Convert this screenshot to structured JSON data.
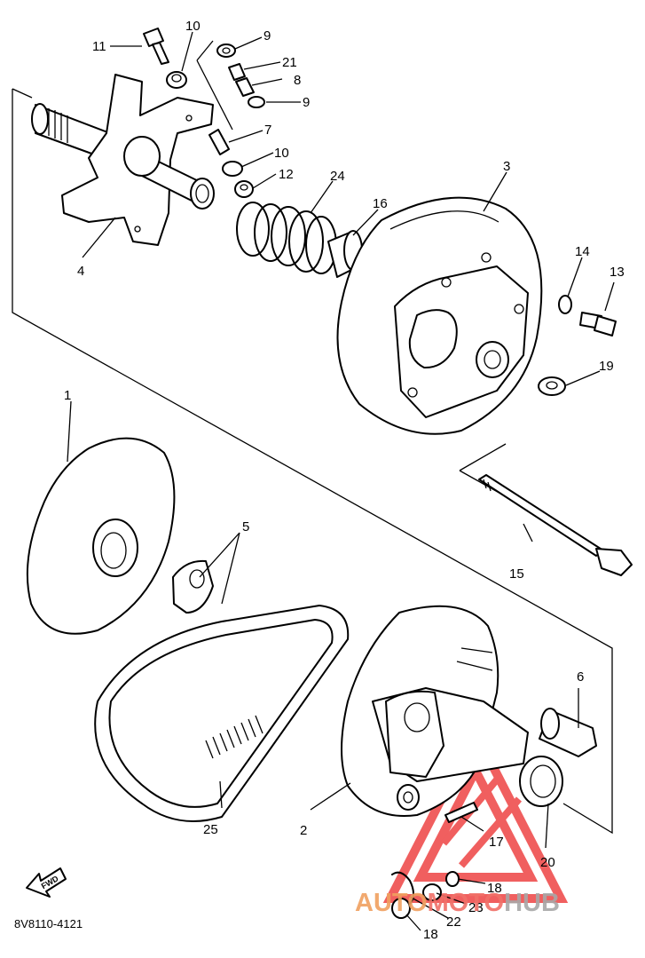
{
  "diagram_code": "8V8110-4121",
  "fwd_label": "FWD",
  "watermark": {
    "text_left": "AUTO",
    "text_mid": "MOTO",
    "text_right": "HUB",
    "color_left": "#f0a060",
    "color_mid": "#f07068",
    "color_right": "#a8a8a8",
    "logo_color": "#ee4444"
  },
  "callouts": {
    "c1": "1",
    "c2": "2",
    "c3": "3",
    "c4": "4",
    "c5": "5",
    "c6": "6",
    "c7": "7",
    "c8": "8",
    "c9a": "9",
    "c9b": "9",
    "c10a": "10",
    "c10b": "10",
    "c11": "11",
    "c12": "12",
    "c13": "13",
    "c14": "14",
    "c15": "15",
    "c16": "16",
    "c17": "17",
    "c18a": "18",
    "c18b": "18",
    "c19": "19",
    "c20": "20",
    "c21": "21",
    "c22": "22",
    "c23": "23",
    "c24": "24",
    "c25": "25"
  }
}
